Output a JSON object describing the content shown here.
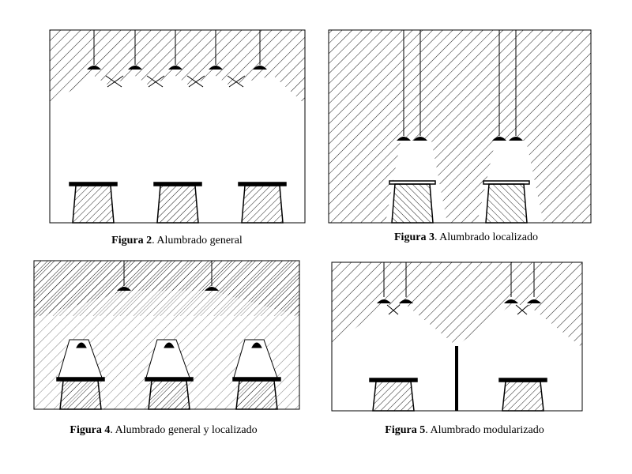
{
  "figures": [
    {
      "id": "fig2",
      "label": "Figura 2",
      "caption": ". Alumbrado general"
    },
    {
      "id": "fig3",
      "label": "Figura 3",
      "caption": ". Alumbrado localizado"
    },
    {
      "id": "fig4",
      "label": "Figura 4",
      "caption": ". Alumbrado general y localizado"
    },
    {
      "id": "fig5",
      "label": "Figura 5",
      "caption": ". Alumbrado modularizado"
    }
  ],
  "colors": {
    "ink": "#000000",
    "paper": "#ffffff"
  }
}
